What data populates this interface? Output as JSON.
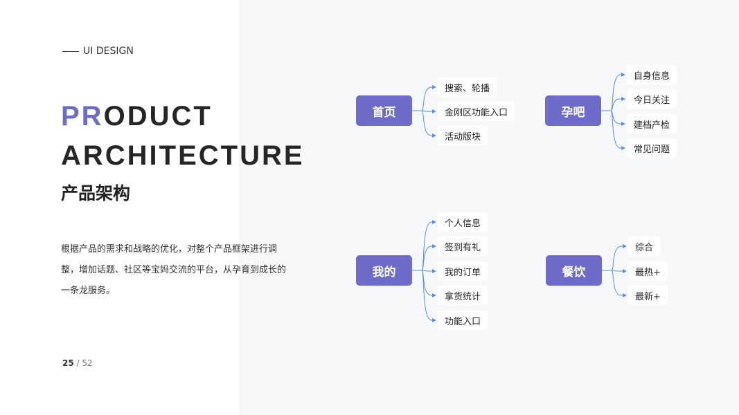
{
  "tag": "UI DESIGN",
  "title": {
    "accent": "PR",
    "line1_rest": "ODUCT",
    "line2": "ARCHITECTURE"
  },
  "subtitle": "产品架构",
  "description": "根据产品的需求和战略的优化，对整个产品框架进行调整，增加话题、社区等宝妈交流的平台，从孕育到成长的一条龙服务。",
  "pagination": {
    "current": "25",
    "separator": " / ",
    "total": "52"
  },
  "accent_color": "#6e6cc8",
  "groups": [
    {
      "label": "首页",
      "children": [
        "搜索、轮播",
        "金刚区功能入口",
        "活动版块"
      ]
    },
    {
      "label": "孕吧",
      "children": [
        "自身信息",
        "今日关注",
        "建档产检",
        "常见问题"
      ]
    },
    {
      "label": "我的",
      "children": [
        "个人信息",
        "签到有礼",
        "我的订单",
        "拿货统计",
        "功能入口"
      ]
    },
    {
      "label": "餐饮",
      "children": [
        "综合",
        "最热+",
        "最新+"
      ]
    }
  ]
}
